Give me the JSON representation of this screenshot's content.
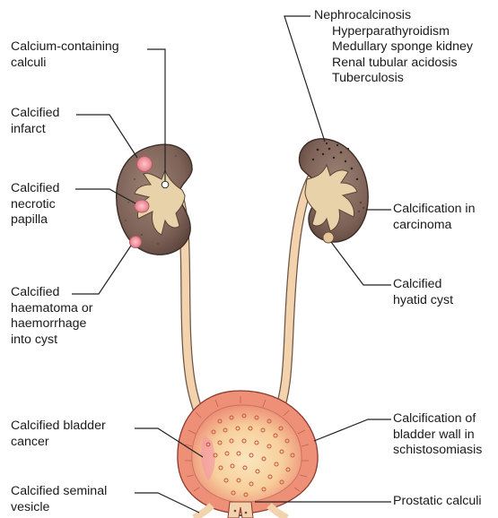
{
  "labels": {
    "calcium_containing_calculi": [
      "Calcium-containing",
      "calculi"
    ],
    "calcified_infarct": [
      "Calcified",
      "infarct"
    ],
    "calcified_necrotic_papilla": [
      "Calcified",
      "necrotic",
      "papilla"
    ],
    "calcified_haematoma": [
      "Calcified",
      "haematoma or",
      "haemorrhage",
      "into cyst"
    ],
    "calcified_bladder_cancer": [
      "Calcified bladder",
      "cancer"
    ],
    "calcified_seminal_vesicle": [
      "Calcified seminal",
      "vesicle"
    ],
    "nephrocalcinosis": {
      "title": "Nephrocalcinosis",
      "causes": [
        "Hyperparathyroidism",
        "Medullary sponge kidney",
        "Renal tubular acidosis",
        "Tuberculosis"
      ]
    },
    "calcification_in_carcinoma": [
      "Calcification in",
      "carcinoma"
    ],
    "calcified_hyatid_cyst": [
      "Calcified",
      "hyatid cyst"
    ],
    "calcification_bladder_wall": [
      "Calcification of",
      "bladder wall in",
      "schistosomiasis"
    ],
    "prostatic_calculi": "Prostatic calculi"
  },
  "colors": {
    "kidney_cortex": "#7e6257",
    "renal_pelvis": "#e8d2a9",
    "ureter": "#f2d3ad",
    "bladder_outer": "#ee9078",
    "bladder_inner": "#fbe3b4",
    "lesion_pink": "#f39aa5",
    "leader_line": "#222222"
  }
}
